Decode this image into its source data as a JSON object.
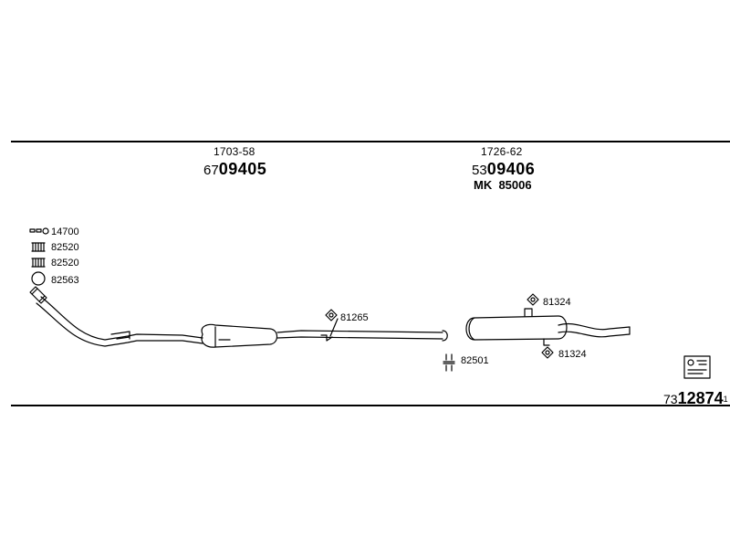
{
  "section_a": {
    "dimension": "1703-58",
    "part_prefix": "67",
    "part_main": "09405"
  },
  "section_b": {
    "dimension": "1726-62",
    "part_prefix": "53",
    "part_main": "09406",
    "kit_label": "MK",
    "kit_number": "85006"
  },
  "fitting_list": [
    {
      "icon": "gasket-clamp-icon",
      "number": "14700"
    },
    {
      "icon": "spring-bolt-icon",
      "number": "82520"
    },
    {
      "icon": "spring-bolt-icon",
      "number": "82520"
    },
    {
      "icon": "ring-gasket-icon",
      "number": "82563"
    }
  ],
  "callouts": {
    "hanger_front": "81265",
    "clamp": "82501",
    "hanger_rear_top": "81324",
    "hanger_rear_bottom": "81324"
  },
  "document": {
    "prefix": "73",
    "number": "12874",
    "suffix": "1",
    "corner_icon": "exhaust-system-diagram-icon"
  }
}
